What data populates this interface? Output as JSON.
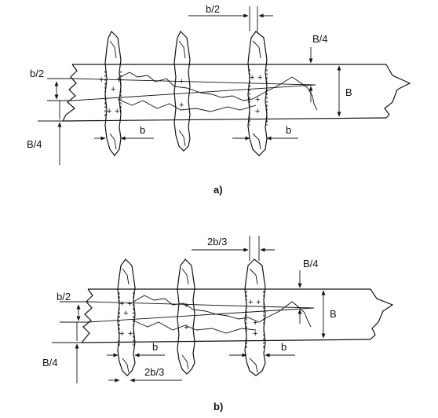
{
  "diagrams": [
    {
      "caption": "a)",
      "labels": {
        "b_half_top": "b/2",
        "b_half_left": "b/2",
        "b_quarter_right": "B/4",
        "b_quarter_left": "B/4",
        "width_B": "B",
        "b_mid": "b",
        "b_right": "b"
      }
    },
    {
      "caption": "b)",
      "labels": {
        "two_b_thirds_top": "2b/3",
        "b_half_left": "b/2",
        "b_quarter_right": "B/4",
        "b_quarter_left": "B/4",
        "width_B": "B",
        "b_mid": "b",
        "b_right": "b",
        "two_b_thirds_bottom": "2b/3"
      }
    }
  ],
  "plus_mark": "+"
}
